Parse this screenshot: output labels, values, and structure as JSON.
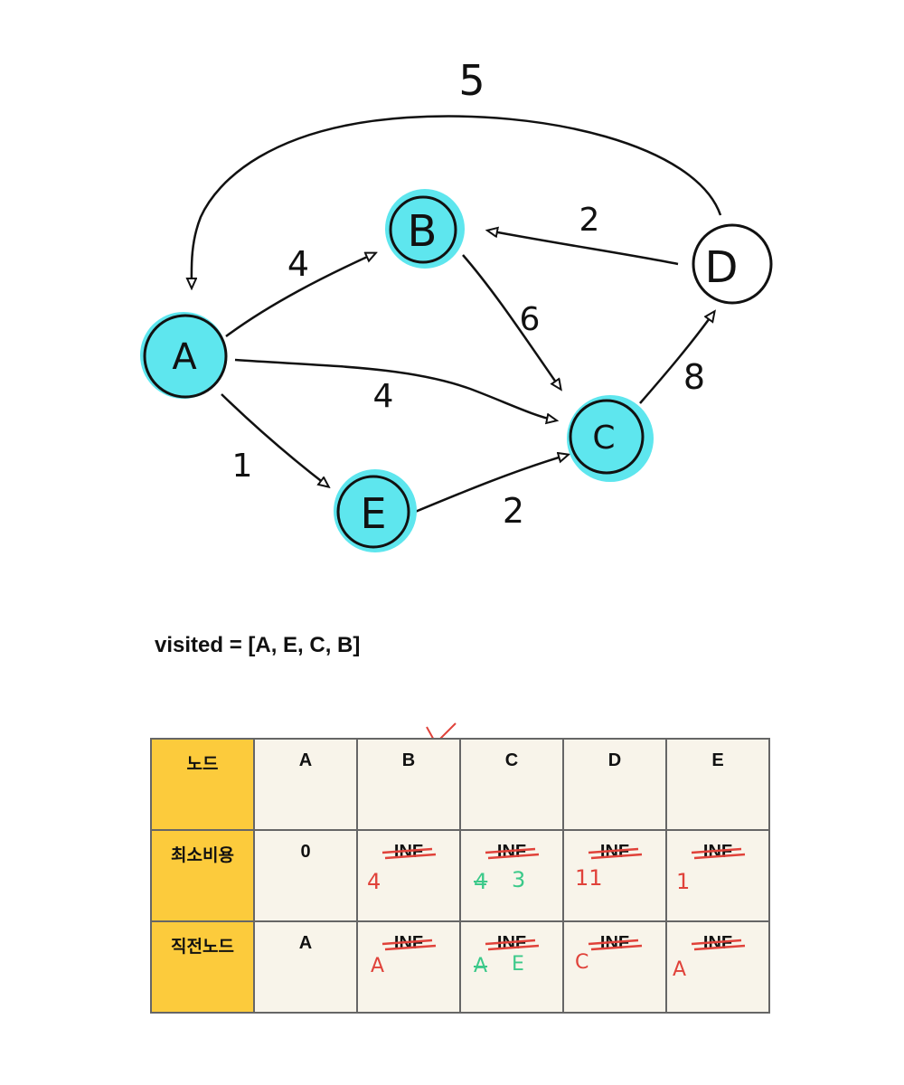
{
  "graph": {
    "nodes": {
      "A": {
        "label": "A",
        "highlighted": true
      },
      "B": {
        "label": "B",
        "highlighted": true
      },
      "C": {
        "label": "C",
        "highlighted": true
      },
      "D": {
        "label": "D",
        "highlighted": false
      },
      "E": {
        "label": "E",
        "highlighted": true
      }
    },
    "edges": [
      {
        "from": "A",
        "to": "B",
        "weight": "4"
      },
      {
        "from": "A",
        "to": "C",
        "weight": "4"
      },
      {
        "from": "A",
        "to": "E",
        "weight": "1"
      },
      {
        "from": "B",
        "to": "C",
        "weight": "6"
      },
      {
        "from": "E",
        "to": "C",
        "weight": "2"
      },
      {
        "from": "C",
        "to": "D",
        "weight": "8"
      },
      {
        "from": "D",
        "to": "B",
        "weight": "2"
      },
      {
        "from": "D",
        "to": "A",
        "weight": "5"
      }
    ],
    "highlight_color": "#5ee6ee"
  },
  "visited_text": "visited = [A, E, C, B]",
  "table": {
    "header": [
      "노드",
      "A",
      "B",
      "C",
      "D",
      "E"
    ],
    "rows": [
      {
        "label": "최소비용",
        "cells": [
          "0",
          "INF",
          "INF",
          "INF",
          "INF"
        ]
      },
      {
        "label": "직전노드",
        "cells": [
          "A",
          "INF",
          "INF",
          "INF",
          "INF"
        ]
      }
    ],
    "annotations": {
      "cost_B": "4",
      "cost_C_old": "4",
      "cost_C_new": "3",
      "cost_D": "11",
      "cost_E": "1",
      "prev_B": "A",
      "prev_C_old": "A",
      "prev_C_new": "E",
      "prev_D": "C",
      "prev_E": "A"
    },
    "checkmark": "✓",
    "header_color": "#fccb3c",
    "red_note_color": "#e0423a",
    "green_note_color": "#3cc98a"
  }
}
